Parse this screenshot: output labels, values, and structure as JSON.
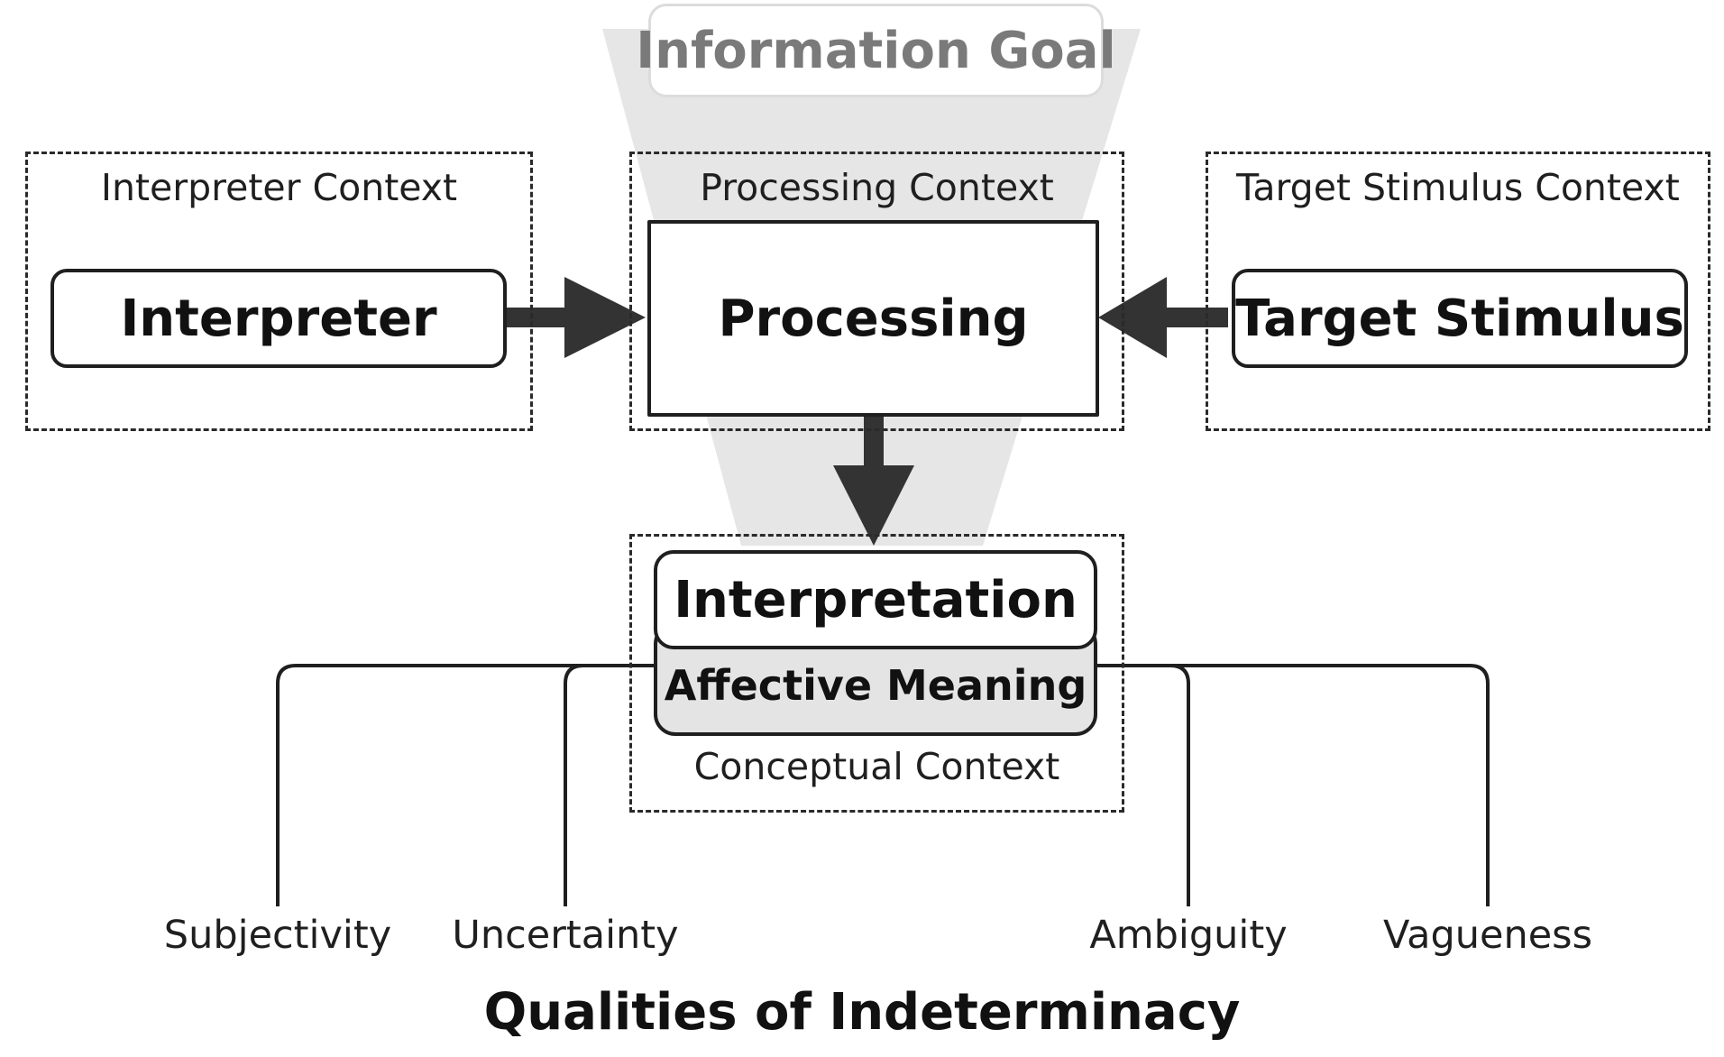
{
  "goal": {
    "label": "Information Goal"
  },
  "contexts": {
    "interpreter": "Interpreter Context",
    "processing": "Processing Context",
    "target": "Target Stimulus Context",
    "conceptual": "Conceptual Context"
  },
  "nodes": {
    "interpreter": "Interpreter",
    "processing": "Processing",
    "target": "Target Stimulus",
    "interpretation": "Interpretation",
    "affective": "Affective Meaning"
  },
  "qualities": [
    "Subjectivity",
    "Uncertainty",
    "Ambiguity",
    "Vagueness"
  ],
  "footer": "Qualities of Indeterminacy",
  "colors": {
    "funnel": "#e6e6e6",
    "affective_fill": "#e4e4e4",
    "arrow": "#333333",
    "goal_text": "#7a7a7a"
  }
}
